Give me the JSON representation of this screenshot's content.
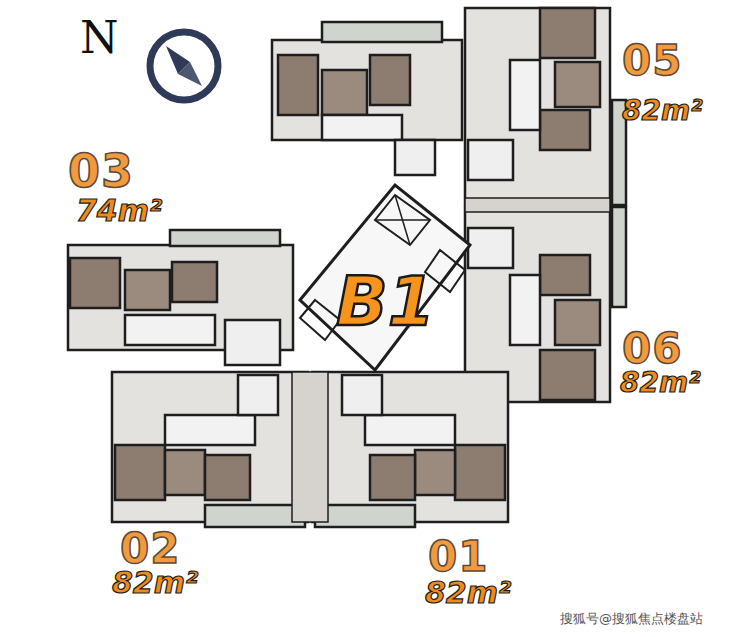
{
  "diagram": {
    "labels": [
      "N",
      "03",
      "74m²",
      "05",
      "82m²",
      "06",
      "82m²",
      "02",
      "82m²",
      "01",
      "82m²",
      "B1",
      "搜狐号@搜狐焦点楼盘站"
    ]
  }
}
